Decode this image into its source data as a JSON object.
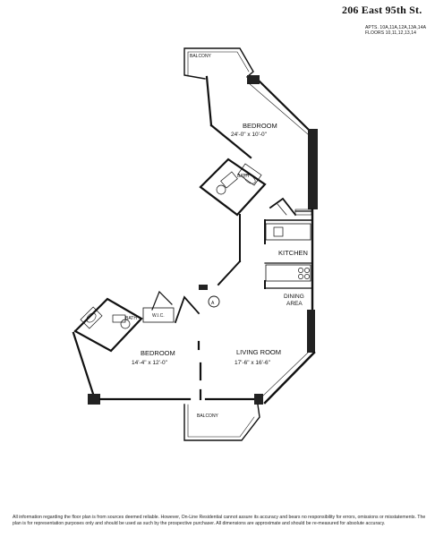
{
  "header": {
    "address": "206 East 95th St.",
    "apartments": "APTS. 10A,11A,12A,13A,14A",
    "floors": "FLOORS   10,11,12,13,14"
  },
  "rooms": {
    "balcony_top": "BALCONY",
    "bedroom_top_name": "BEDROOM",
    "bedroom_top_dims": "24'-0\" x 10'-0\"",
    "bath_top": "BATH",
    "kitchen": "KITCHEN",
    "dining_line1": "DINING",
    "dining_line2": "AREA",
    "bath_left": "BATH",
    "wic": "W.I.C.",
    "bedroom_left_name": "BEDROOM",
    "bedroom_left_dims": "14'-4\" x 12'-0\"",
    "living_name": "LIVING ROOM",
    "living_dims": "17'-6\" x 16'-6\"",
    "balcony_bottom": "BALCONY",
    "entry_marker": "A"
  },
  "disclaimer": "All information regarding the floor plan is from sources deemed reliable.  However, On-Line Residential cannot assure its accuracy and bears no responsibility for errors, omissions or misstatements. The plan is for representation purposes only and should be used as such by the prospective purchaser. All dimensions are approximate and should be re-measured for absolute accuracy."
}
